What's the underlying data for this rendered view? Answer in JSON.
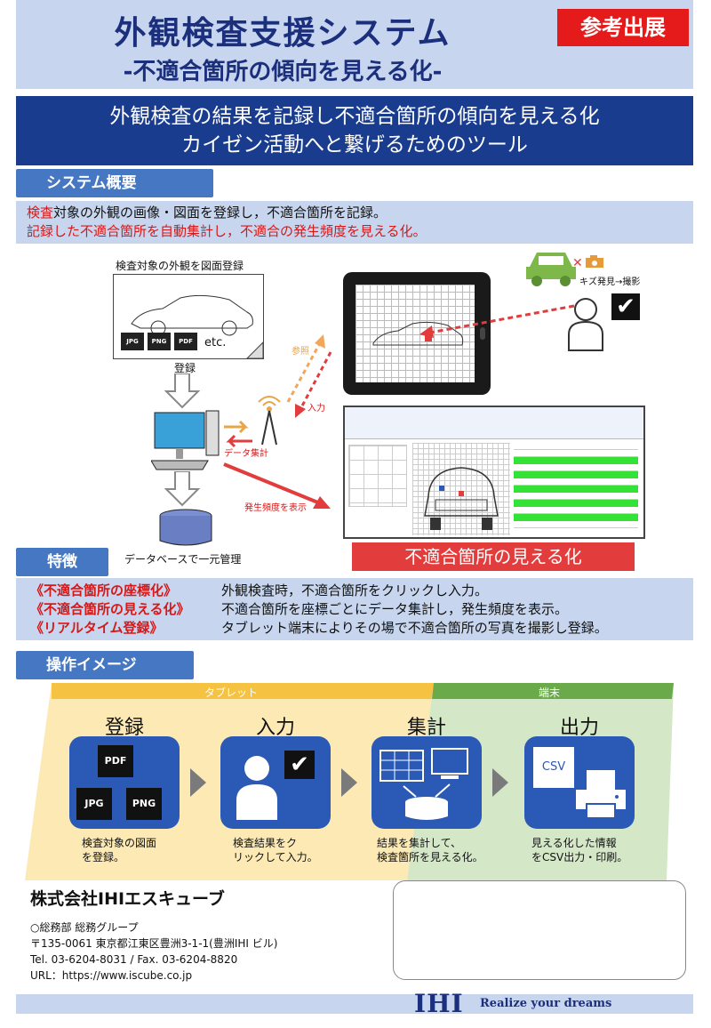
{
  "header": {
    "title": "外観検査支援システム",
    "subtitle": "-不適合箇所の傾向を見える化-",
    "badge": "参考出展"
  },
  "tagline": {
    "line1": "外観検査の結果を記録し不適合箇所の傾向を見える化",
    "line2": "カイゼン活動へと繋げるためのツール"
  },
  "overview": {
    "heading": "システム概要",
    "line1_red": "検査",
    "line1_rest": "対象の外観の画像・図面を登録し，不適合箇所を記録。",
    "line2": "記録した不適合箇所を自動集計し，不適合の発生頻度を見える化。",
    "diagram": {
      "register_caption": "検査対象の外観を図面登録",
      "formats": [
        "JPG",
        "PNG",
        "PDF"
      ],
      "etc": "etc.",
      "register_label": "登録",
      "data_collect": "データ集計",
      "refer": "参照",
      "input": "入力",
      "show_freq": "発生頻度を表示",
      "db_label": "データベースで一元管理",
      "scratch": "キズ発見→撮影",
      "visualize": "不適合箇所の見える化"
    }
  },
  "features": {
    "heading": "特徴",
    "items": [
      {
        "key": "《不適合箇所の座標化》",
        "desc": "外観検査時，不適合箇所をクリックし入力。"
      },
      {
        "key": "《不適合箇所の見える化》",
        "desc": "不適合箇所を座標ごとにデータ集計し，発生頻度を表示。"
      },
      {
        "key": "《リアルタイム登録》",
        "desc": "タブレット端末によりその場で不適合箇所の写真を撮影し登録。"
      }
    ]
  },
  "operation": {
    "heading": "操作イメージ",
    "band_tablet": "タブレット",
    "band_terminal": "端末",
    "steps": [
      {
        "title": "登録",
        "caption1": "検査対象の図面",
        "caption2": "を登録。",
        "labels": [
          "PDF",
          "JPG",
          "PNG"
        ]
      },
      {
        "title": "入力",
        "caption1": "検査結果をク",
        "caption2": "リックして入力。"
      },
      {
        "title": "集計",
        "caption1": "結果を集計して、",
        "caption2": "検査箇所を見える化。"
      },
      {
        "title": "出力",
        "caption1": "見える化した情報",
        "caption2": "をCSV出力・印刷。",
        "labels": [
          "CSV"
        ]
      }
    ]
  },
  "company": {
    "name": "株式会社IHIエスキューブ",
    "dept": "○総務部 総務グループ",
    "address": "〒135-0061  東京都江東区豊洲3-1-1(豊洲IHI ビル)",
    "tel": "Tel. 03-6204-8031 / Fax. 03-6204-8820",
    "url": "URL：https://www.iscube.co.jp"
  },
  "brand": {
    "logo": "IHI",
    "slogan": "Realize your dreams"
  },
  "colors": {
    "navy": "#1c2f7d",
    "accent_red": "#e51a1a",
    "section_blue": "#4577c2",
    "light_band": "#c7d6ee",
    "tablet_band": "#f5c242",
    "terminal_band": "#6aaa4a"
  }
}
